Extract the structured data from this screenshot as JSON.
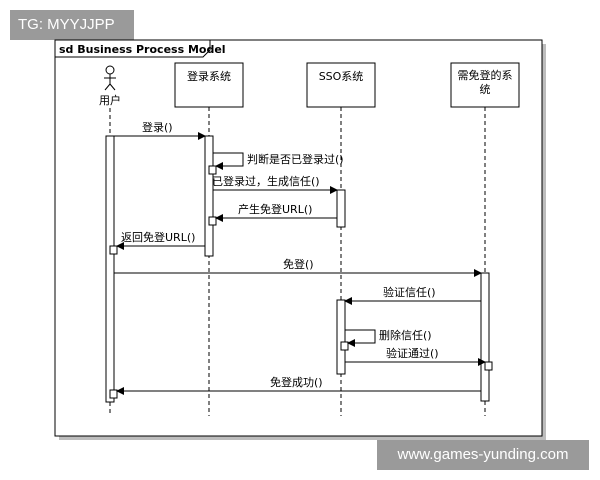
{
  "badge": "TG: MYYJJPP",
  "watermark": "www.games-yunding.com",
  "diagram": {
    "frame_title": "sd Business Process Model",
    "actor": "用户",
    "participants": {
      "login_system": "登录系统",
      "sso_system": "SSO系统",
      "target_system_line1": "需免登的系",
      "target_system_line2": "统"
    },
    "messages": {
      "m1": "登录()",
      "m2": "判断是否已登录过()",
      "m3": "已登录过，生成信任()",
      "m4": "产生免登URL()",
      "m5": "返回免登URL()",
      "m6": "免登()",
      "m7": "验证信任()",
      "m8": "删除信任()",
      "m9": "验证通过()",
      "m10": "免登成功()"
    }
  }
}
